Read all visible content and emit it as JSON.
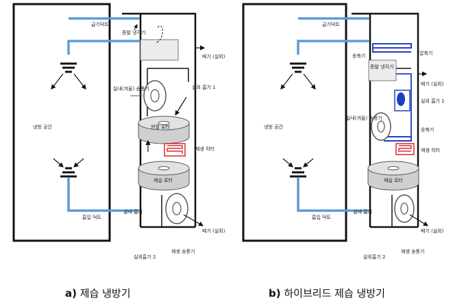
{
  "diagrams": [
    {
      "caption_letter": "a)",
      "caption_text": "제습 냉방기",
      "labels": {
        "supply_duct": "급기덕트",
        "cooled_space": "냉방 공간",
        "return_duct": "흡입 덕트",
        "evaporator": "증발 냉각기",
        "room_supply_fan": "실내(겨울) 송풍기",
        "exhaust": "배기 (실외)",
        "outdoor_intake_1": "실외 흡기 1",
        "desiccant_rotor": "현열 로터",
        "regen_heater": "재생 히터",
        "dehum_rotor": "제습 로터",
        "room_return": "실내 흡기",
        "outdoor_intake_2": "실외흡기 2",
        "regen_fan": "재생 송풍기",
        "exhaust2": "배기 (실외)"
      }
    },
    {
      "caption_letter": "b)",
      "caption_text": "하이브리드 제습 냉방기",
      "labels": {
        "supply_duct": "급기덕트",
        "cooled_space": "냉방 공간",
        "return_duct": "흡입 덕트",
        "condenser": "응축기",
        "evaporator": "증발 냉각기",
        "compressor": "압축기",
        "room_supply_fan": "실내(겨울) 송풍기",
        "exhaust": "배기 (실외)",
        "outdoor_intake_1": "실외 흡기 1",
        "expansion": "응축기",
        "dehum_rotor": "제습 로터",
        "regen_heater": "재생 히터",
        "room_return": "실내 흡기",
        "outdoor_intake_2": "실외흡기 2",
        "regen_fan": "재생 송풍기",
        "exhaust2": "배기 (실외)"
      }
    }
  ],
  "colors": {
    "duct_blue": "#5b9bd5",
    "refrigerant_blue": "#1f3fbf",
    "heater_red": "#d9262b",
    "rotor_gray": "#cfcfcf",
    "wall": "#111111"
  }
}
